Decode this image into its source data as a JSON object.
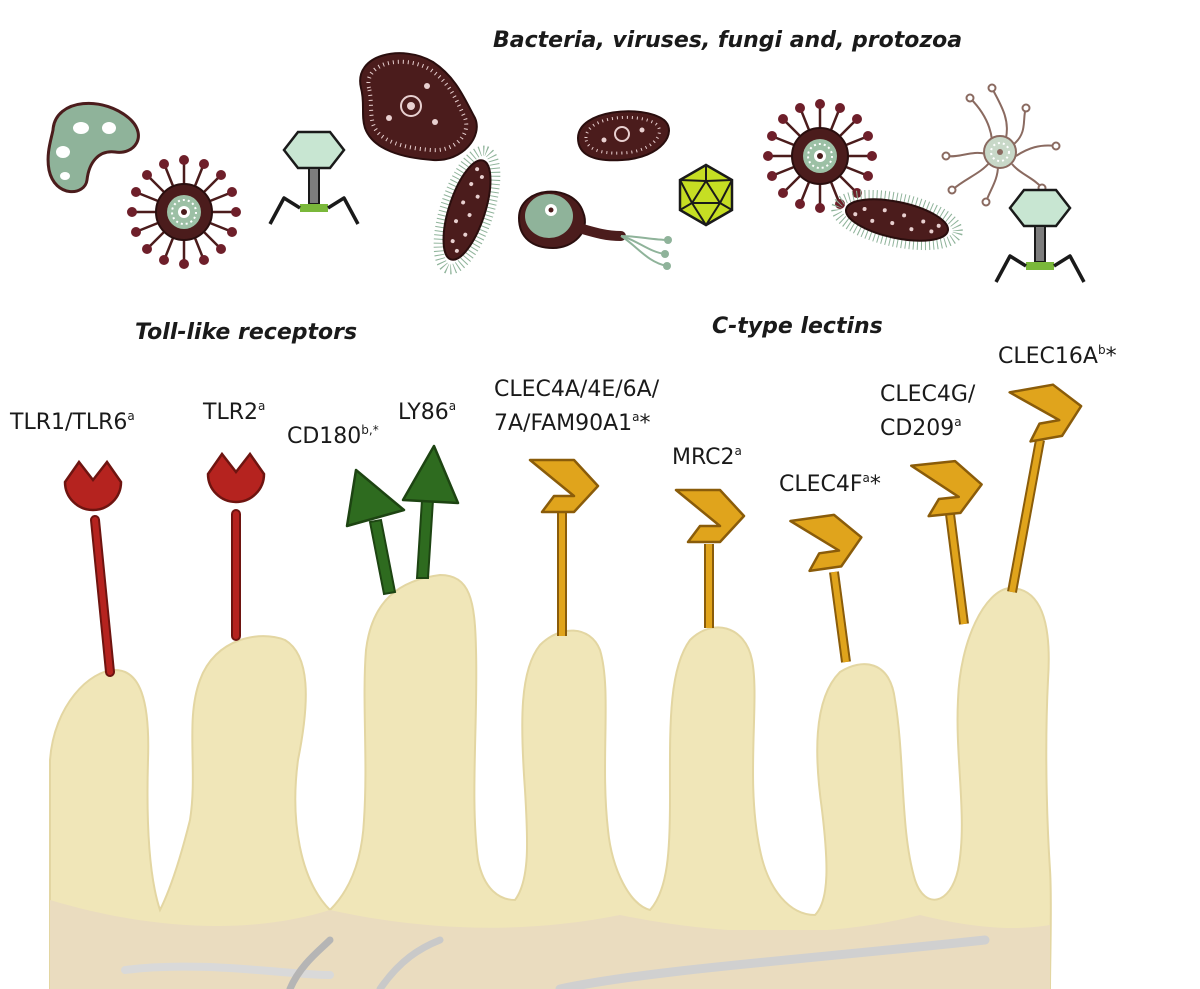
{
  "headers": {
    "pathogens": "Bacteria, viruses, fungi and, protozoa",
    "tlr_group": "Toll-like receptors",
    "clec_group": "C-type lectins"
  },
  "receptors": {
    "tlr1": {
      "name": "TLR1/TLR6",
      "sup": "a"
    },
    "tlr2": {
      "name": "TLR2",
      "sup": "a"
    },
    "cd180": {
      "name": "CD180",
      "sup": "b,*"
    },
    "ly86": {
      "name": "LY86",
      "sup": "a"
    },
    "clec4a": {
      "line1": "CLEC4A/4E/6A/",
      "line2": "7A/FAM90A1",
      "sup": "a",
      "star": "*"
    },
    "mrc2": {
      "name": "MRC2",
      "sup": "a"
    },
    "clec4f": {
      "name": "CLEC4F",
      "sup": "a",
      "star": "*"
    },
    "clec4g": {
      "line1": "CLEC4G/",
      "line2": "CD209",
      "sup": "a"
    },
    "clec16a": {
      "name": "CLEC16A",
      "sup": "b",
      "star": "*"
    }
  },
  "colors": {
    "tlr": "#b5231f",
    "tlr_stroke": "#6e1410",
    "arrow": "#2e6b1f",
    "arrow_stroke": "#1d4412",
    "clec": "#e0a41c",
    "clec_stroke": "#8a5c0a",
    "villus": "#f0e6b8",
    "tissue": "#eadcbf",
    "microbe_dark": "#4b1c1c",
    "microbe_green": "#8fb39a"
  },
  "icons": [
    "bacterium-icon",
    "virus-icon",
    "bacteriophage-icon",
    "protozoa-icon",
    "icosahedral-virus-icon",
    "flagellate-icon"
  ]
}
